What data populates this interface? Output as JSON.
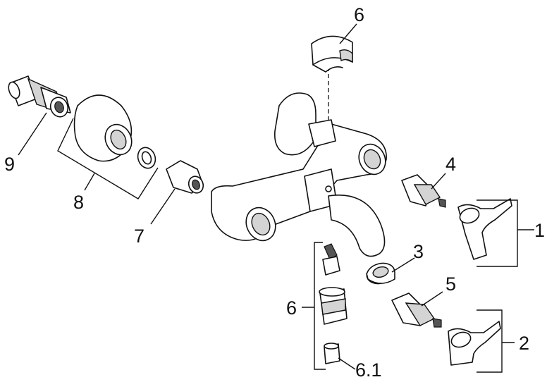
{
  "callouts": {
    "c1": "1",
    "c2": "2",
    "c3": "3",
    "c4": "4",
    "c5": "5",
    "c6_top": "6",
    "c6_left": "6",
    "c6_1": "6.1",
    "c7": "7",
    "c8": "8",
    "c9": "9"
  }
}
